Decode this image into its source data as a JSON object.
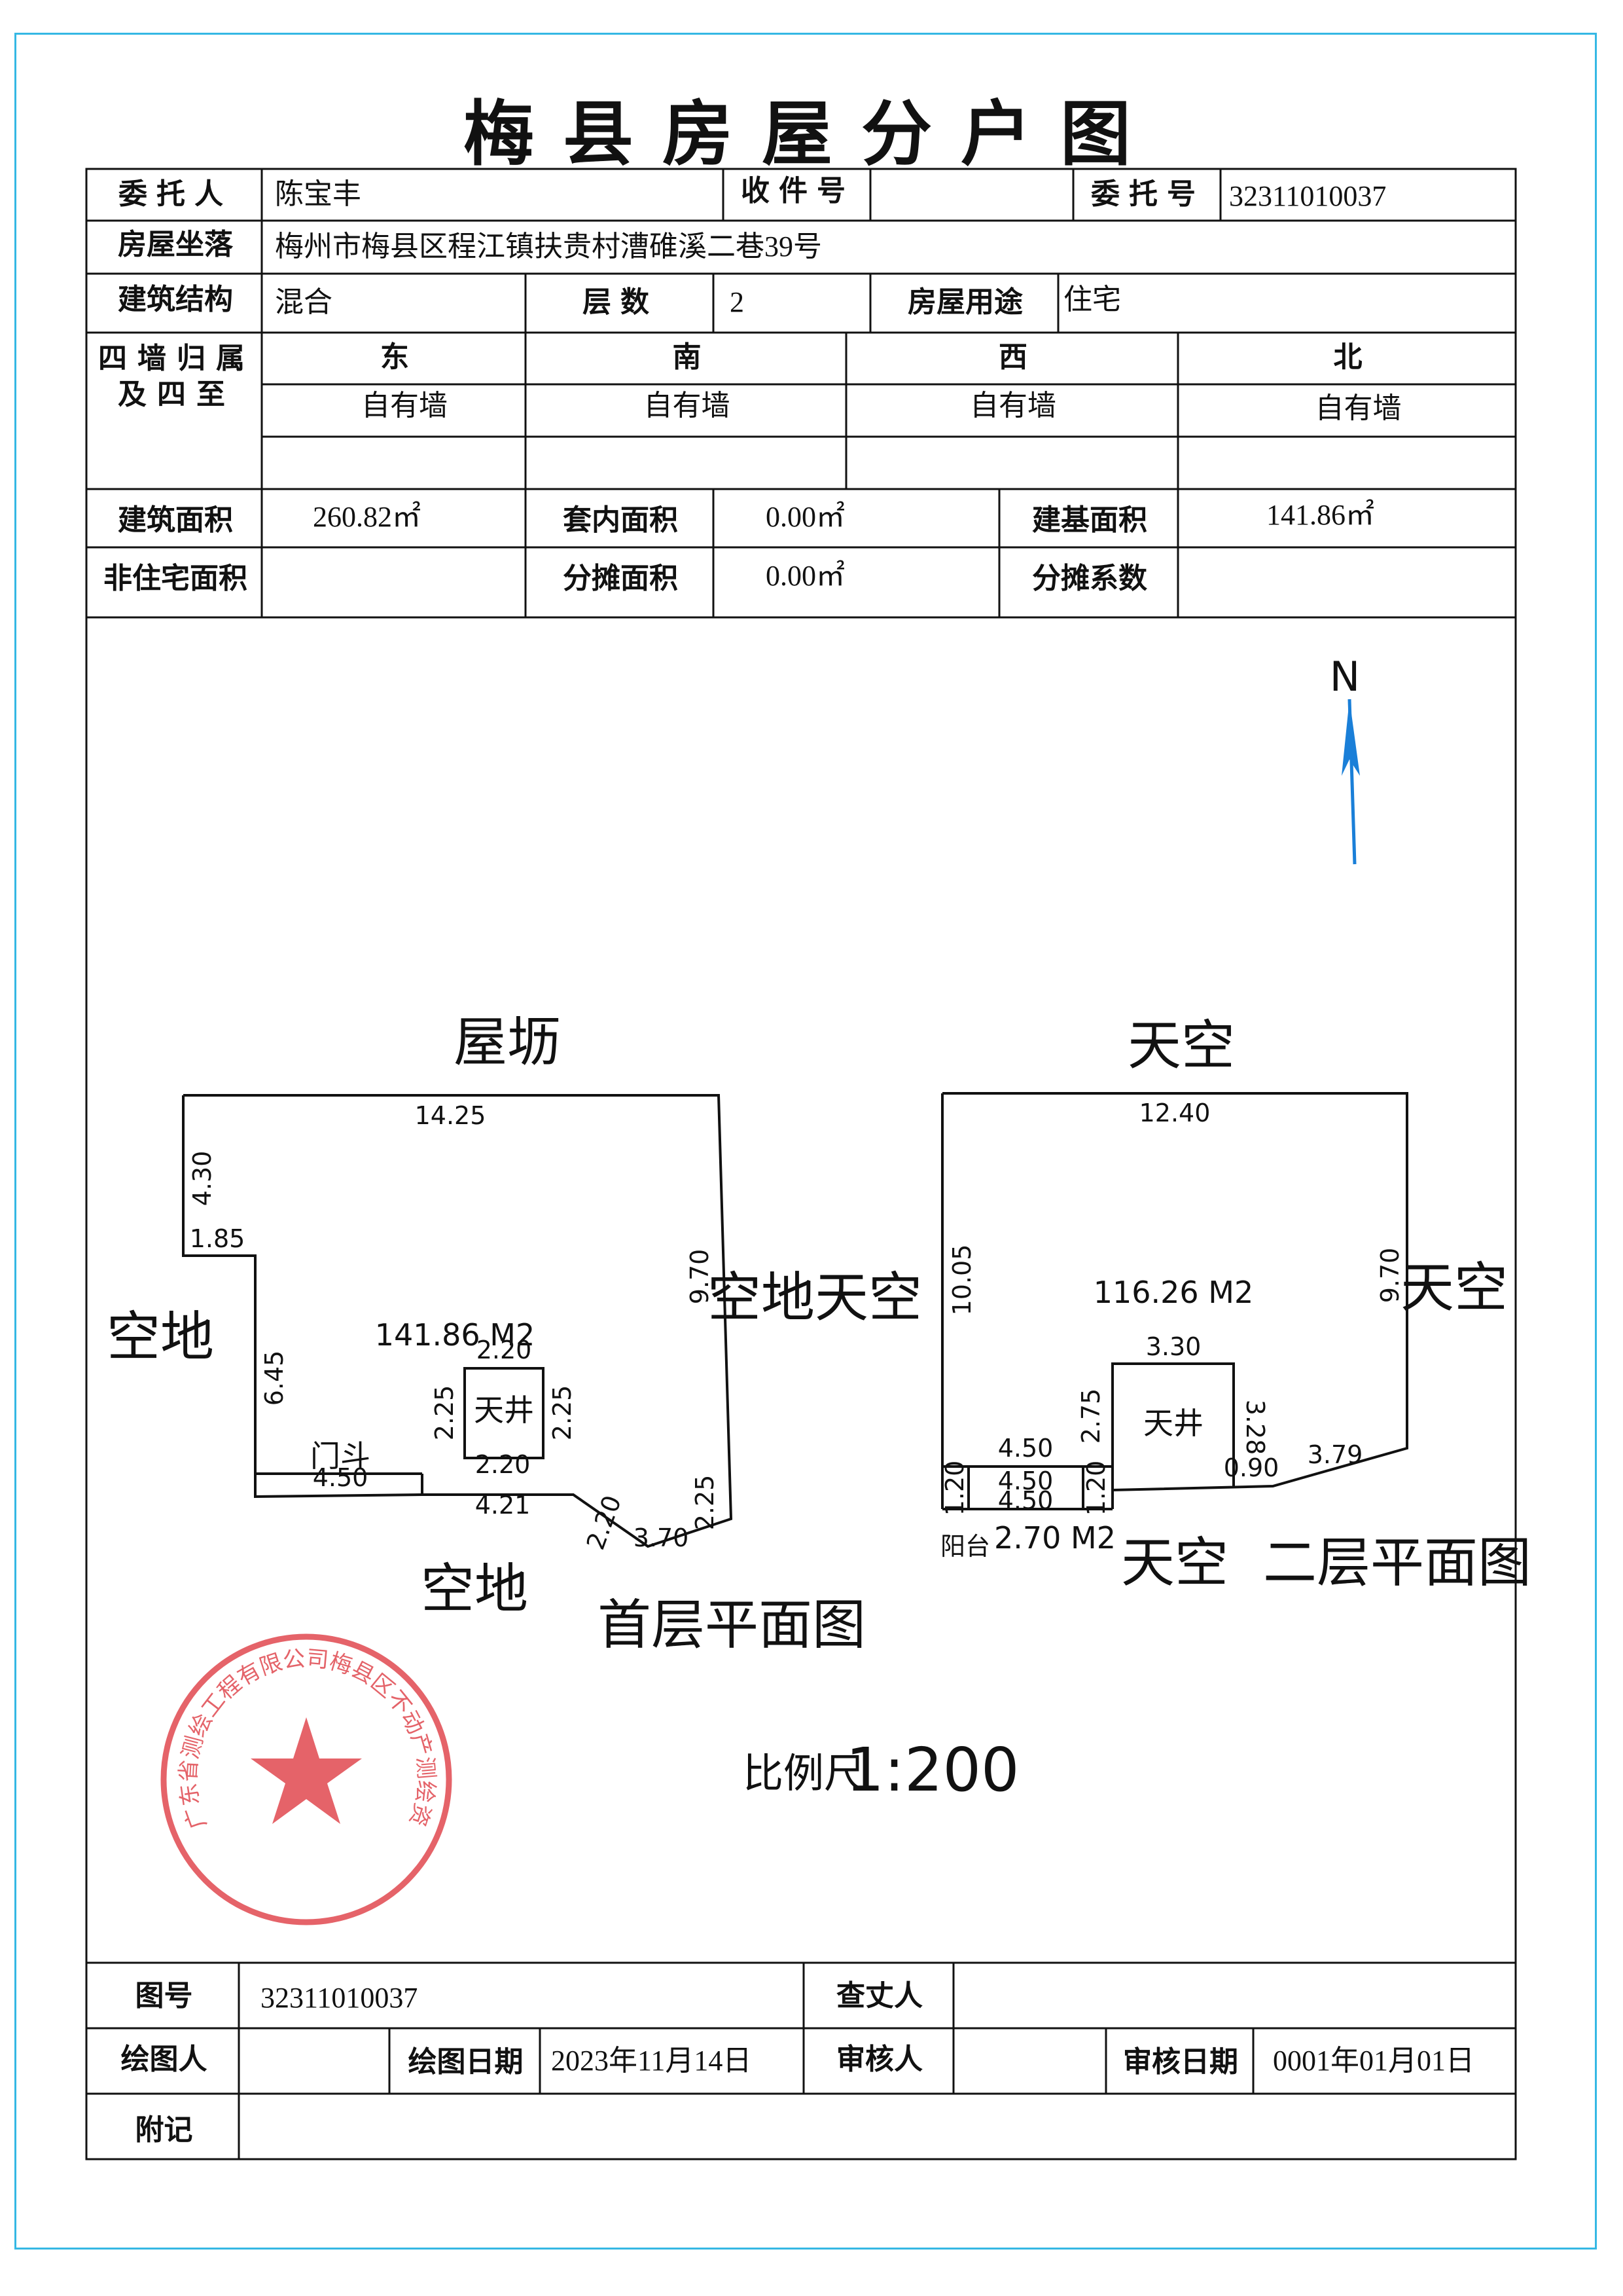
{
  "title": "梅县房屋分户图",
  "labels": {
    "client": "委托人",
    "receipt_no": "收件号",
    "entrust_no": "委托号",
    "location": "房屋坐落",
    "structure": "建筑结构",
    "floors": "层数",
    "usage": "房屋用途",
    "walls_title": "四墙归属及四至",
    "east": "东",
    "south": "南",
    "west": "西",
    "north": "北",
    "building_area": "建筑面积",
    "interior_area": "套内面积",
    "base_area": "建基面积",
    "non_residential_area": "非住宅面积",
    "shared_area": "分摊面积",
    "shared_ratio": "分摊系数",
    "map_no": "图号",
    "surveyor": "查丈人",
    "drawer": "绘图人",
    "draw_date": "绘图日期",
    "reviewer": "审核人",
    "review_date": "审核日期",
    "notes": "附记"
  },
  "values": {
    "client": "陈宝丰",
    "receipt_no": "",
    "entrust_no": "32311010037",
    "location": "梅州市梅县区程江镇扶贵村漕碓溪二巷39号",
    "structure": "混合",
    "floors": "2",
    "usage": "住宅",
    "east_wall": "自有墙",
    "south_wall": "自有墙",
    "west_wall": "自有墙",
    "north_wall": "自有墙",
    "building_area": "260.82㎡",
    "interior_area": "0.00㎡",
    "base_area": "141.86㎡",
    "non_residential_area": "",
    "shared_area": "0.00㎡",
    "shared_ratio": "",
    "map_no": "32311010037",
    "surveyor": "",
    "drawer": "",
    "draw_date": "2023年11月14日",
    "reviewer": "",
    "review_date": "0001年01月01日",
    "notes": ""
  },
  "plan": {
    "north": "N",
    "floor1": {
      "caption": "首层平面图",
      "area": "141.86 M2",
      "top_label": "屋坜",
      "left_label": "空地",
      "bottom_label": "空地",
      "right_label": "空地天空",
      "courtyard": "天井",
      "porch": "门斗",
      "dims": {
        "top": "14.25",
        "left_upper": "4.30",
        "step": "1.85",
        "left_lower": "6.45",
        "right": "9.70",
        "porch_width": "4.50",
        "bottom": "4.21",
        "slant_a": "2.20",
        "slant_bottom": "3.70",
        "slant_b": "2.25",
        "court_top": "2.20",
        "court_bottom": "2.20",
        "court_left": "2.25",
        "court_right": "2.25"
      }
    },
    "floor2": {
      "caption": "二层平面图",
      "area": "116.26 M2",
      "top_label": "天空",
      "right_label": "天空",
      "bottom_label": "天空",
      "courtyard": "天井",
      "balcony": "阳台",
      "balcony_area": "2.70 M2",
      "dims": {
        "top": "12.40",
        "left": "10.05",
        "right": "9.70",
        "court_top": "3.30",
        "court_left": "2.75",
        "court_right": "3.28",
        "step": "0.90",
        "bottom_right": "3.79",
        "bottom_left": "4.50",
        "balcony_top": "4.50",
        "balcony_bottom": "4.50",
        "balcony_left": "1.20",
        "balcony_right": "1.20"
      }
    },
    "scale_label": "比例尺",
    "scale_value": "1:200"
  },
  "stamp": {
    "text": "广东省测绘工程有限公司梅县区不动产测绘资料专用章"
  },
  "colors": {
    "border": "#35b8e4",
    "north_arrow": "#1a7fd8",
    "stamp": "#e0484f"
  }
}
